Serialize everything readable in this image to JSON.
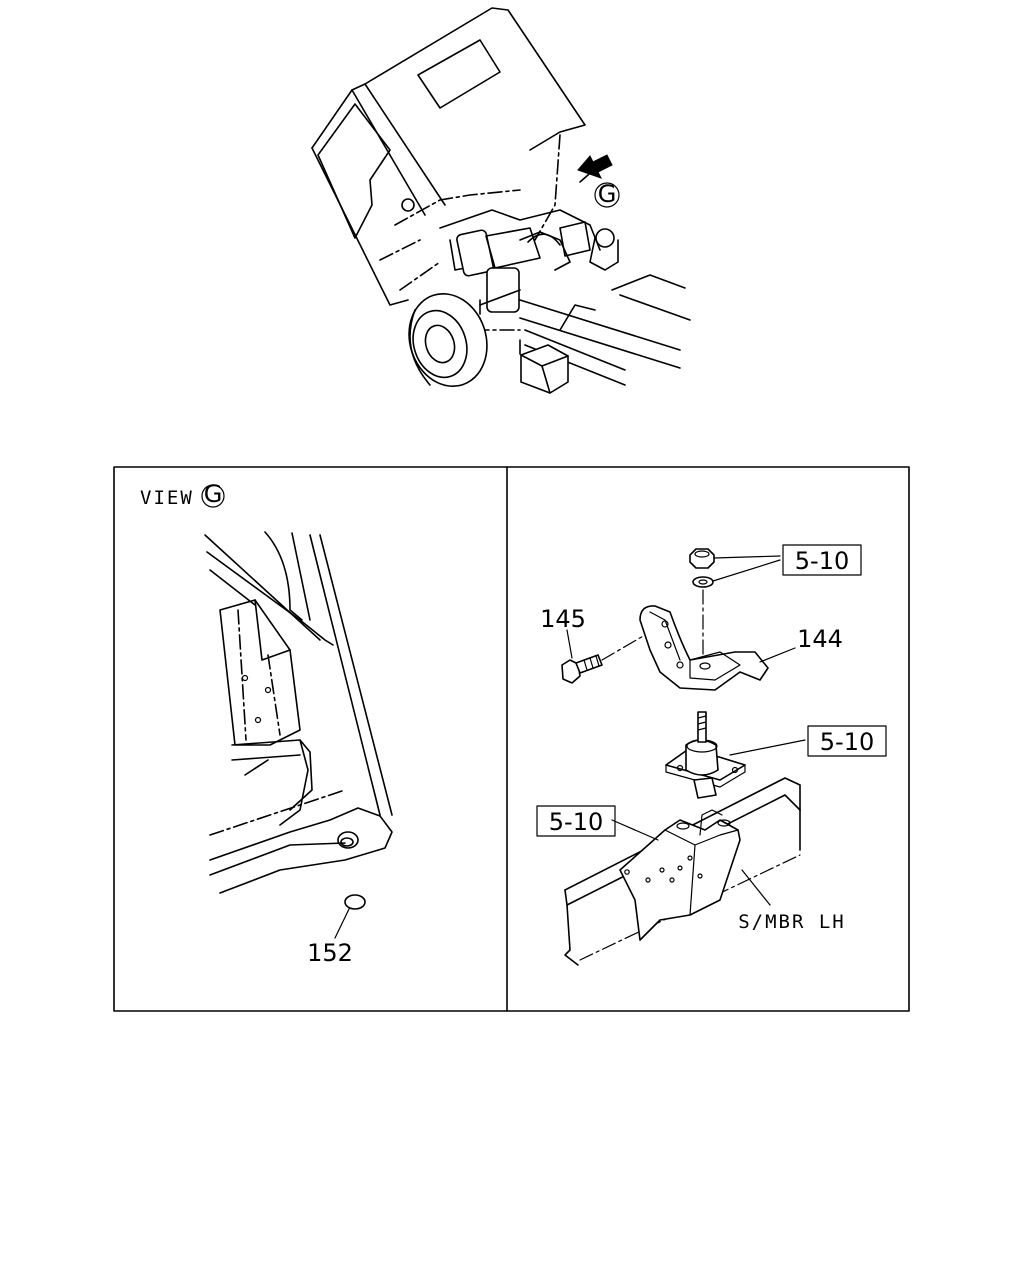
{
  "overview": {
    "view_marker": "G"
  },
  "left_panel": {
    "view_word": "VIEW",
    "view_letter": "G",
    "part_152": "152"
  },
  "right_panel": {
    "part_145": "145",
    "part_144": "144",
    "ref_top": "5-10",
    "ref_mid": "5-10",
    "ref_bottom": "5-10",
    "frame_label": "S/MBR LH"
  }
}
